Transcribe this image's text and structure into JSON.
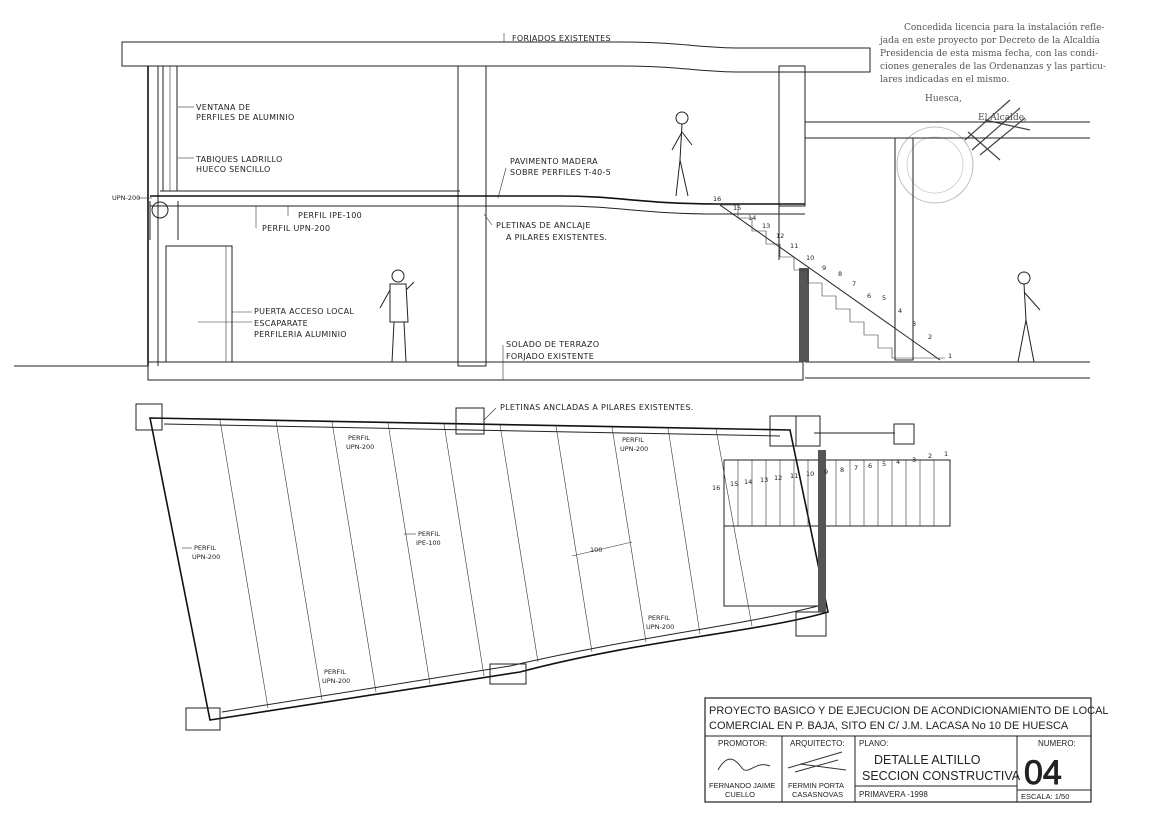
{
  "stamp": {
    "lines": [
      "Concedida licencia para la instalación refle-",
      "jada en este proyecto por Decreto de la Alcaldía",
      "Presidencia de esta misma fecha, con las condi-",
      "ciones generales de las Ordenanzas y las particu-",
      "lares indicadas en el mismo."
    ],
    "place": "Huesca,",
    "signer": "El Alcalde,"
  },
  "section": {
    "forjados_existentes": "FORJADOS EXISTENTES",
    "ventana": [
      "VENTANA DE",
      "PERFILES DE ALUMINIO"
    ],
    "tabiques": [
      "TABIQUES LADRILLO",
      "HUECO SENCILLO"
    ],
    "pavimento": [
      "PAVIMENTO MADERA",
      "SOBRE PERFILES T-40-5"
    ],
    "upn_left": "UPN-200",
    "perfil_ipe": "PERFIL IPE-100",
    "perfil_upn": "PERFIL UPN-200",
    "pletinas": [
      "PLETINAS DE ANCLAJE",
      "A PILARES EXISTENTES."
    ],
    "puerta": "PUERTA ACCESO LOCAL",
    "escaparate": [
      "ESCAPARATE",
      "PERFILERIA ALUMINIO"
    ],
    "solado": "SOLADO DE TERRAZO",
    "forjado_existente": "FORJADO EXISTENTE",
    "stair_numbers": [
      "1",
      "2",
      "3",
      "4",
      "5",
      "6",
      "7",
      "8",
      "9",
      "10",
      "11",
      "12",
      "13",
      "14",
      "15",
      "16"
    ]
  },
  "plan": {
    "pletinas": "PLETINAS ANCLADAS A PILARES EXISTENTES.",
    "perfil_upn_a": [
      "PERFIL",
      "UPN-200"
    ],
    "perfil_upn_b": [
      "PERFIL",
      "UPN-200"
    ],
    "perfil_upn_left": [
      "PERFIL",
      "UPN-200"
    ],
    "perfil_ipe": [
      "PERFIL",
      "IPE-100"
    ],
    "perfil_upn_bottom": [
      "PERFIL",
      "UPN-200"
    ],
    "perfil_upn_right": [
      "PERFIL",
      "UPN-200"
    ],
    "dimension": "100",
    "stair_numbers": [
      "16",
      "15",
      "14",
      "13",
      "12",
      "11",
      "10",
      "9",
      "8",
      "7",
      "6",
      "5",
      "4",
      "3",
      "2",
      "1"
    ]
  },
  "title_block": {
    "project_line1": "PROYECTO BASICO Y DE EJECUCION DE ACONDICIONAMIENTO DE LOCAL",
    "project_line2": "COMERCIAL EN P. BAJA, SITO EN C/ J.M. LACASA No 10 DE HUESCA",
    "promotor_label": "PROMOTOR:",
    "promotor_name1": "FERNANDO JAIME",
    "promotor_name2": "CUELLO",
    "arquitecto_label": "ARQUITECTO:",
    "arquitecto_name1": "FERMIN PORTA",
    "arquitecto_name2": "CASASNOVAS",
    "plano_label": "PLANO:",
    "plano_title1": "DETALLE ALTILLO",
    "plano_title2": "SECCION CONSTRUCTIVA",
    "date": "PRIMAVERA -1998",
    "numero_label": "NUMERO:",
    "numero": "04",
    "escala": "ESCALA: 1/50"
  }
}
